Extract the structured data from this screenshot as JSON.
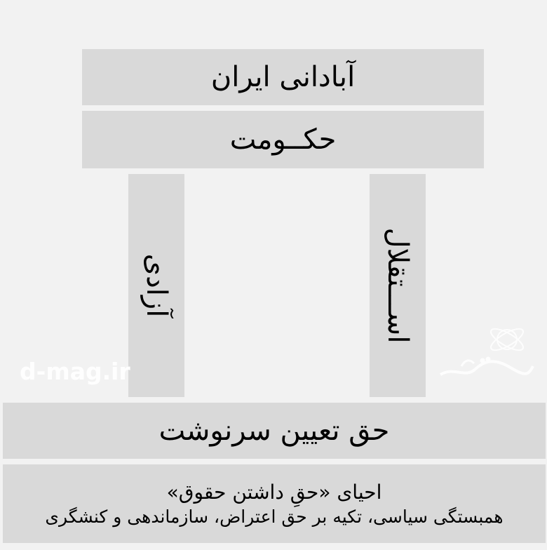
{
  "roof": {
    "title": "آبادانی ایران",
    "subtitle": "حکــومت"
  },
  "pillars": {
    "left": "آزادی",
    "right": "اســـتقلال"
  },
  "base": {
    "label": "حق تعیین سرنوشت"
  },
  "footer": {
    "line1": "احیای «حقِ داشتن حقوق»",
    "line2": "همبستگی سیاسی، تکیه بر حق اعتراض، سازماندهی و کنشگری"
  },
  "watermark": {
    "site": "d-mag.ir",
    "logo_icon": "dideh-logo-icon"
  }
}
